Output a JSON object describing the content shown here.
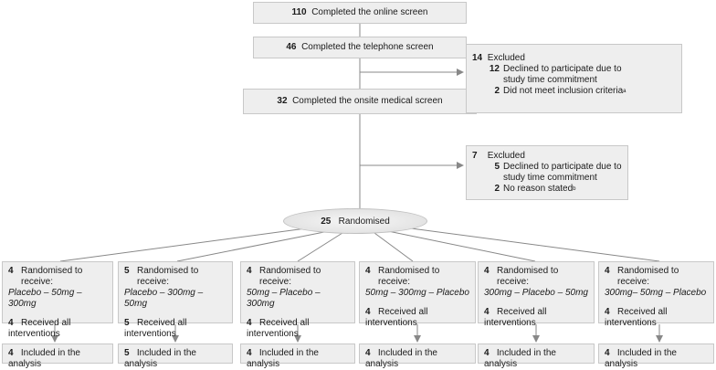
{
  "screens": [
    {
      "count": "110",
      "label": "Completed the online screen"
    },
    {
      "count": "46",
      "label": "Completed the telephone screen"
    },
    {
      "count": "32",
      "label": "Completed the onsite medical screen"
    }
  ],
  "excluded_1": {
    "count": "14",
    "label": "Excluded",
    "items": [
      {
        "count": "12",
        "label": "Declined to participate due to",
        "label2": "study time commitment"
      },
      {
        "count": "2",
        "label": "Did not meet inclusion criteria",
        "sup": "a"
      }
    ]
  },
  "excluded_2": {
    "count": "7",
    "label": "Excluded",
    "items": [
      {
        "count": "5",
        "label": "Declined to participate due to",
        "label2": "study time commitment"
      },
      {
        "count": "2",
        "label": "No reason stated",
        "sup": "b"
      }
    ]
  },
  "randomised": {
    "count": "25",
    "label": "Randomised"
  },
  "arms": [
    {
      "count": "4",
      "label": "Randomised to receive:",
      "sequence": "Placebo – 50mg – 300mg",
      "received_count": "4",
      "received_label": "Received all",
      "received_label2": "interventions",
      "analysis_count": "4",
      "analysis_label": "Included in the analysis"
    },
    {
      "count": "5",
      "label": "Randomised to receive:",
      "sequence": "Placebo – 300mg – 50mg",
      "received_count": "5",
      "received_label": "Received all",
      "received_label2": "interventions",
      "analysis_count": "5",
      "analysis_label": "Included in the analysis"
    },
    {
      "count": "4",
      "label": "Randomised to receive:",
      "sequence": "50mg – Placebo – 300mg",
      "received_count": "4",
      "received_label": "Received all",
      "received_label2": "interventions",
      "analysis_count": "4",
      "analysis_label": "Included in the analysis"
    },
    {
      "count": "4",
      "label": "Randomised to receive:",
      "sequence": "50mg – 300mg – Placebo",
      "received_count": "4",
      "received_label": "Received all",
      "received_label2": "interventions",
      "analysis_count": "4",
      "analysis_label": "Included in the analysis"
    },
    {
      "count": "4",
      "label": "Randomised to receive:",
      "sequence": "300mg – Placebo – 50mg",
      "received_count": "4",
      "received_label": "Received all",
      "received_label2": "interventions",
      "analysis_count": "4",
      "analysis_label": "Included in the analysis"
    },
    {
      "count": "4",
      "label": "Randomised to receive:",
      "sequence": "300mg– 50mg – Placebo",
      "received_count": "4",
      "received_label": "Received all",
      "received_label2": "interventions",
      "analysis_count": "4",
      "analysis_label": "Included in the analysis"
    }
  ],
  "colors": {
    "box_fill": "#eeeeee",
    "box_border": "#c8c8c8",
    "line": "#888888"
  }
}
